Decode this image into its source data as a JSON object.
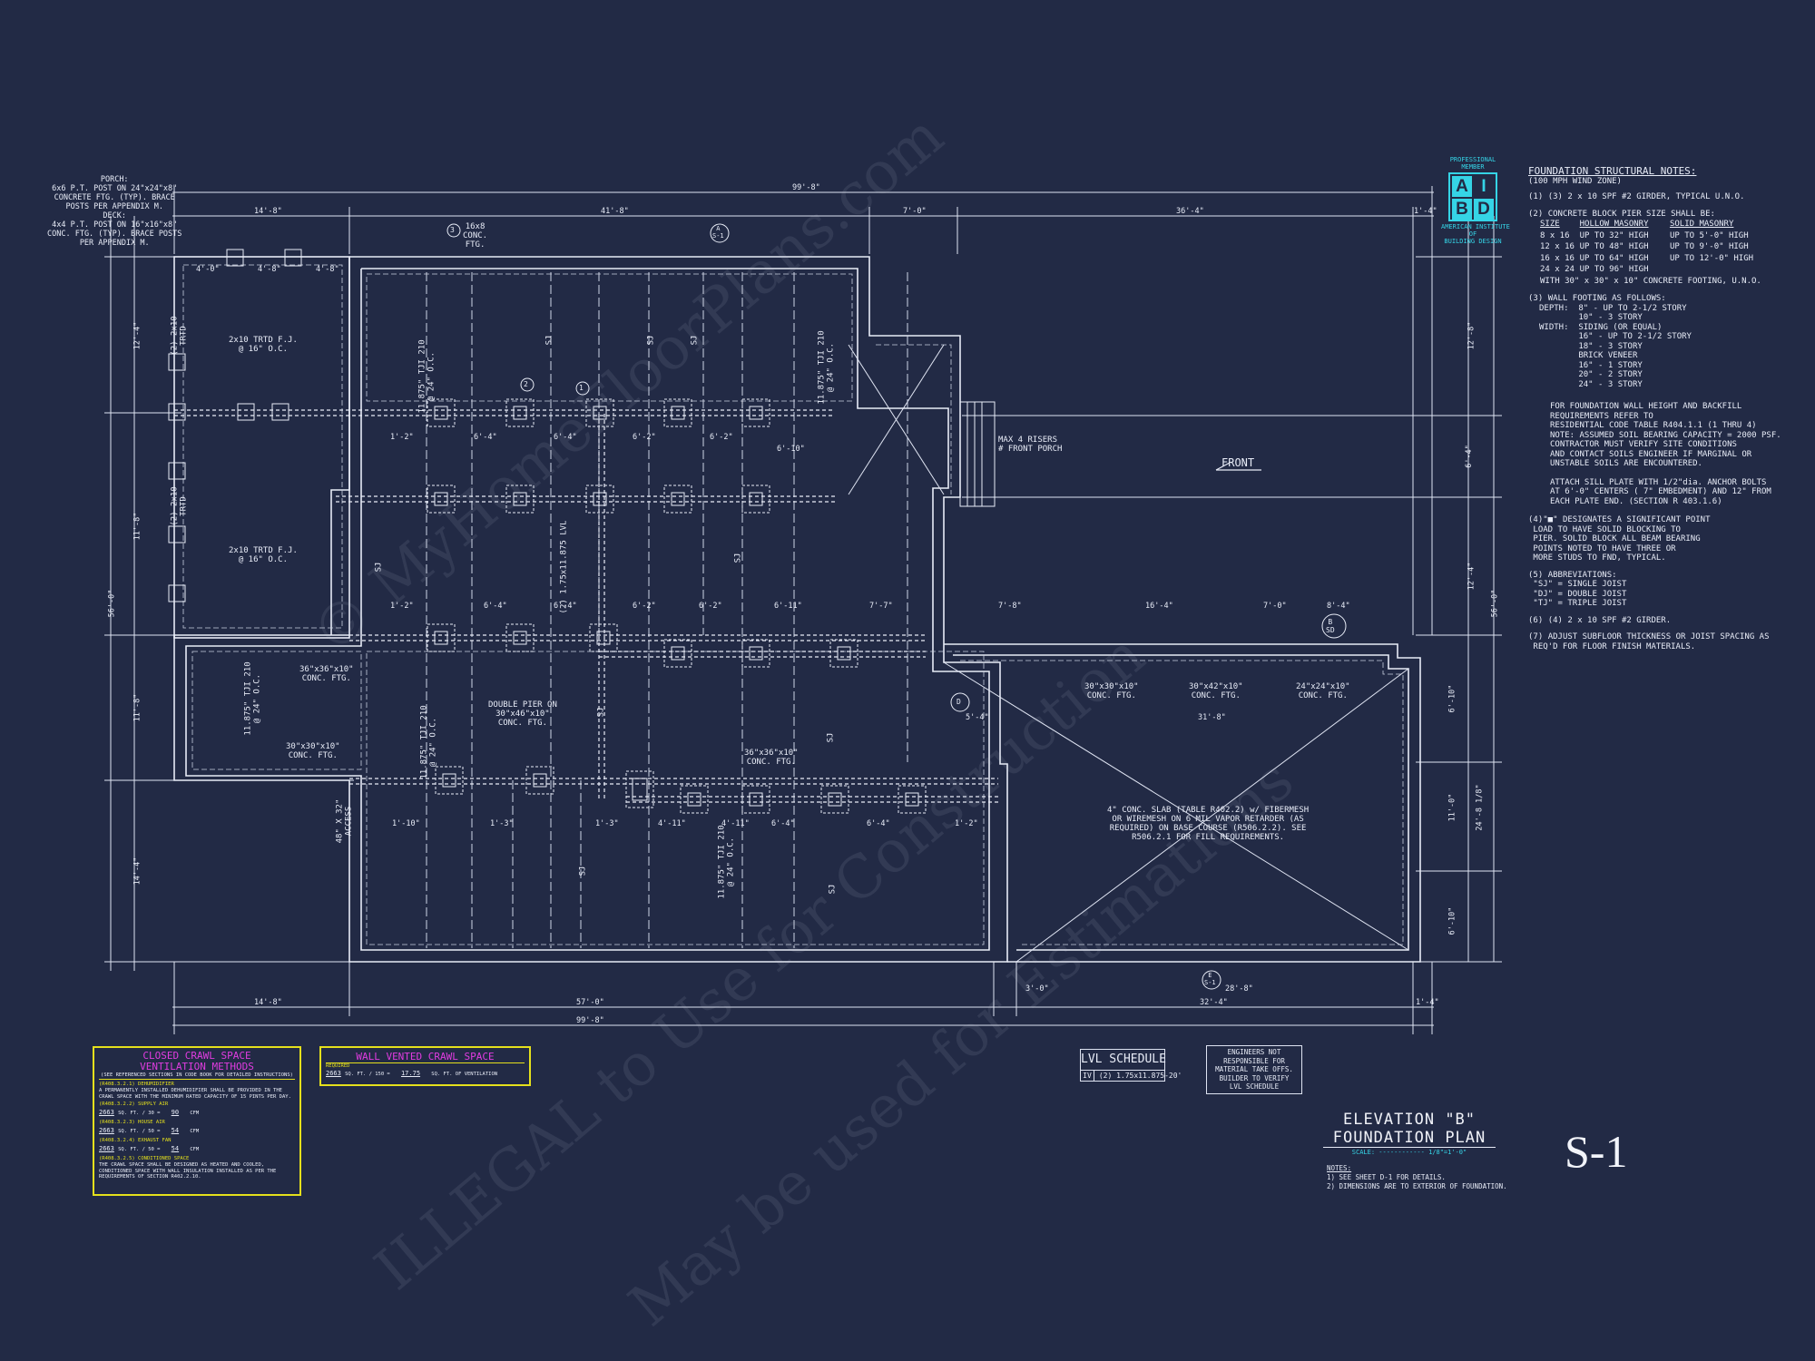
{
  "colors": {
    "background": "#222a45",
    "lines": "#dfe4f2",
    "yellow": "#e5e01c",
    "magenta": "#e03ce0",
    "cyan": "#35d4e6",
    "aibd": "#35d4e6"
  },
  "porch_note": "PORCH:\n6x6 P.T. POST ON 24\"x24\"x8\"\nCONCRETE FTG. (TYP). BRACE\nPOSTS PER APPENDIX M.\nDECK:\n4x4 P.T. POST ON 16\"x16\"x8\"\nCONC. FTG. (TYP). BRACE POSTS\nPER APPENDIX M.",
  "badge": {
    "top": "PROFESSIONAL\nMEMBER",
    "letters": [
      "A",
      "I",
      "B",
      "D"
    ],
    "bottom": "AMERICAN INSTITUTE\nOF\nBUILDING DESIGN"
  },
  "notes": {
    "heading": "FOUNDATION STRUCTURAL NOTES:",
    "sub": "(100 MPH WIND ZONE)",
    "items": [
      {
        "num": "1",
        "text": "(3) 2 x 10 SPF #2 GIRDER, TYPICAL U.N.O."
      },
      {
        "num": "2",
        "text": "CONCRETE BLOCK PIER SIZE SHALL BE:"
      },
      {
        "num": "3",
        "text": "WALL FOOTING AS FOLLOWS:"
      },
      {
        "num": "4",
        "text": "\"■\" DESIGNATES A SIGNIFICANT POINT\n LOAD TO HAVE SOLID BLOCKING TO\n PIER. SOLID BLOCK ALL BEAM BEARING\n POINTS NOTED TO HAVE THREE OR\n MORE STUDS TO FND, TYPICAL."
      },
      {
        "num": "5",
        "text": "ABBREVIATIONS:\n \"SJ\" = SINGLE JOIST\n \"DJ\" = DOUBLE JOIST\n \"TJ\" = TRIPLE JOIST"
      },
      {
        "num": "6",
        "text": "(4) 2 x 10 SPF #2 GIRDER."
      },
      {
        "num": "7",
        "text": "ADJUST SUBFLOOR THICKNESS OR JOIST SPACING AS\n REQ'D FOR FLOOR FINISH MATERIALS."
      }
    ],
    "pier_table": {
      "headers": [
        "SIZE",
        "HOLLOW MASONRY",
        "SOLID MASONRY"
      ],
      "rows": [
        [
          "8 x 16",
          "UP TO 32\" HIGH",
          "UP TO 5'-0\" HIGH"
        ],
        [
          "12 x 16",
          "UP TO 48\" HIGH",
          "UP TO 9'-0\" HIGH"
        ],
        [
          "16 x 16",
          "UP TO 64\" HIGH",
          "UP TO 12'-0\" HIGH"
        ],
        [
          "24 x 24",
          "UP TO 96\" HIGH",
          ""
        ]
      ],
      "footer": "WITH 30\" x 30\" x 10\" CONCRETE FOOTING, U.N.O."
    },
    "footing": "DEPTH:  8\" - UP TO 2-1/2 STORY\n        10\" - 3 STORY\nWIDTH:  SIDING (OR EQUAL)\n        16\" - UP TO 2-1/2 STORY\n        18\" - 3 STORY\n        BRICK VENEER\n        16\" - 1 STORY\n        20\" - 2 STORY\n        24\" - 3 STORY",
    "para1": "FOR FOUNDATION WALL HEIGHT AND BACKFILL\nREQUIREMENTS REFER TO\nRESIDENTIAL CODE TABLE R404.1.1 (1 THRU 4)\nNOTE: ASSUMED SOIL BEARING CAPACITY = 2000 PSF.\nCONTRACTOR MUST VERIFY SITE CONDITIONS\nAND CONTACT SOILS ENGINEER IF MARGINAL OR\nUNSTABLE SOILS ARE ENCOUNTERED.",
    "para2": "ATTACH SILL PLATE WITH 1/2\"dia. ANCHOR BOLTS\nAT 6'-0\" CENTERS ( 7\" EMBEDMENT) AND 12\" FROM\nEACH PLATE END. (SECTION R 403.1.6)"
  },
  "dims": {
    "overall_top": "99'-8\"",
    "top_segments": [
      "14'-8\"",
      "41'-8\"",
      "7'-0\"",
      "36'-4\"",
      "1'-4\""
    ],
    "overall_bottom": "99'-8\"",
    "bottom_segments": [
      "14'-8\"",
      "57'-0\"",
      "3'-0\"",
      "28'-8\"",
      "1'-4\""
    ],
    "bottom_inner": "32'-4\"",
    "left_overall": "56'-0\"",
    "left_segments": [
      "12'-4\"",
      "11'-8\"",
      "11'-8\"",
      "14'-4\""
    ],
    "right_overall": "56'-0\"",
    "right_segments": [
      "12'-8\"",
      "6'-4\"",
      "12'-4\"",
      "6'-10\"",
      "11'-0\"",
      "6'-10\""
    ],
    "right_inner": "24'-8 1/8\""
  },
  "plan_labels": {
    "joist_deck1": "2x10 TRTD F.J.\n@ 16\" O.C.",
    "joist_deck2": "2x10 TRTD F.J.\n@ 16\" O.C.",
    "girder_left1": "(2) 2x10\nTRTD",
    "girder_left2": "(2) 2x10\nTRTD",
    "tji1": "11.875\" TJI 210\n@ 24\" O.C.",
    "tji2": "11.875\" TJI 210\n@ 24\" O.C.",
    "tji3": "11.875\" TJI 210\n@ 24\" O.C.",
    "tji4": "11.875\" TJI 210\n@ 24\" O.C.",
    "tji5": "11.875\" TJI 210\n@ 24\" O.C.",
    "conc16": "16x8\nCONC.\nFTG.",
    "risers": "MAX 4 RISERS\n# FRONT PORCH",
    "front": "FRONT",
    "lvl": "(2) 1.75x11.875 LVL",
    "ftg36": "36\"x36\"x10\"\nCONC. FTG.",
    "ftg30a": "30\"x30\"x10\"\nCONC. FTG.",
    "double_pier": "DOUBLE PIER ON\n30\"x46\"x10\"\nCONC. FTG.",
    "ftg36b": "36\"x36\"x10\"\nCONC. FTG.",
    "ftg30b": "30\"x30\"x10\"\nCONC. FTG.",
    "ftg30c": "30\"x42\"x10\"\nCONC. FTG.",
    "ftg24": "24\"x24\"x10\"\nCONC. FTG.",
    "slab": "4\" CONC. SLAB (TABLE R402.2) w/ FIBERMESH\nOR WIREMESH ON 6 MIL VAPOR RETARDER (AS\nREQUIRED) ON BASE COURSE (R506.2.2). SEE\nR506.2.1 FOR FILL REQUIREMENTS.",
    "access": "48\" X 32\"\nACCESS",
    "sj": "SJ",
    "dims_row1": [
      "4'-0\"",
      "4'-8\"",
      "4'-8\""
    ],
    "dims_row2": [
      "1'-2\"",
      "6'-4\"",
      "6'-4\"",
      "6'-2\"",
      "6'-2\"",
      "6'-10\""
    ],
    "dims_row3": [
      "1'-2\"",
      "6'-4\"",
      "6'-4\"",
      "6'-2\"",
      "6'-2\"",
      "6'-11\"",
      "7'-7\"",
      "7'-8\"",
      "16'-4\"",
      "7'-0\"",
      "8'-4\""
    ],
    "dims_row4": [
      "1'-10\"",
      "1'-3\"",
      "1'-3\"",
      "4'-11\"",
      "4'-11\"",
      "6'-4\"",
      "6'-4\"",
      "1'-2\""
    ],
    "slab_dims": [
      "5'-4\"",
      "31'-8\""
    ]
  },
  "closed_crawl": {
    "title": "CLOSED CRAWL SPACE\nVENTILATION METHODS",
    "ref": "(SEE REFERENCED SECTIONS IN CODE BOOK FOR DETAILED INSTRUCTIONS)",
    "dehum_h": "(R408.3.2.1) DEHUMIDIFIER",
    "dehum_t": "A PERMANENTLY INSTALLED DEHUMIDIFIER SHALL BE PROVIDED IN THE\nCRAWL SPACE WITH THE MINIMUM RATED CAPACITY OF 15 PINTS PER DAY.",
    "supply_h": "(R408.3.2.2) SUPPLY AIR",
    "supply_v": [
      "2663",
      "SQ. FT. / 30 =",
      "90",
      "CFM"
    ],
    "house_h": "(R408.3.2.3) HOUSE AIR",
    "house_v": [
      "2663",
      "SQ. FT. / 50 =",
      "54",
      "CFM"
    ],
    "exhaust_h": "(R408.3.2.4) EXHAUST FAN",
    "exhaust_v": [
      "2663",
      "SQ. FT. / 50 =",
      "54",
      "CFM"
    ],
    "cond_h": "(R408.3.2.5) CONDITIONED SPACE",
    "cond_t": "THE CRAWL SPACE SHALL BE DESIGNED AS HEATED AND COOLED,\nCONDITIONED SPACE WITH WALL INSULATION INSTALLED AS PER THE\nREQUIREMENTS OF SECTION R402.2.10."
  },
  "wall_vented": {
    "title": "WALL VENTED CRAWL SPACE",
    "required": "REQUIRED",
    "values": [
      "2663",
      "SQ. FT. / 150 =",
      "17.75",
      "SQ. FT. OF VENTILATION"
    ]
  },
  "lvl_schedule": {
    "title": "LVL SCHEDULE",
    "tag": "IV",
    "value": "(2) 1.75x11.875-20'"
  },
  "engineer_note": "ENGINEERS NOT\nRESPONSIBLE FOR\nMATERIAL TAKE OFFS.\nBUILDER TO VERIFY\nLVL SCHEDULE",
  "title_block": {
    "line1": "ELEVATION \"B\"",
    "line2": "FOUNDATION PLAN",
    "scale": "SCALE: ------------ 1/8\"=1'-0\"",
    "notes_h": "NOTES:",
    "notes": [
      "1) SEE SHEET D-1 FOR DETAILS.",
      "2) DIMENSIONS ARE TO EXTERIOR OF FOUNDATION."
    ]
  },
  "sheet_number": "S-1",
  "watermark": [
    "© MyHomeFloorPlans.com",
    "ILLEGAL to Use for Construction",
    "May be used for Estimations"
  ],
  "detail_tags": [
    "3",
    "2",
    "1",
    "A\nS-1",
    "B\nSD",
    "D",
    "E\nS-1"
  ]
}
